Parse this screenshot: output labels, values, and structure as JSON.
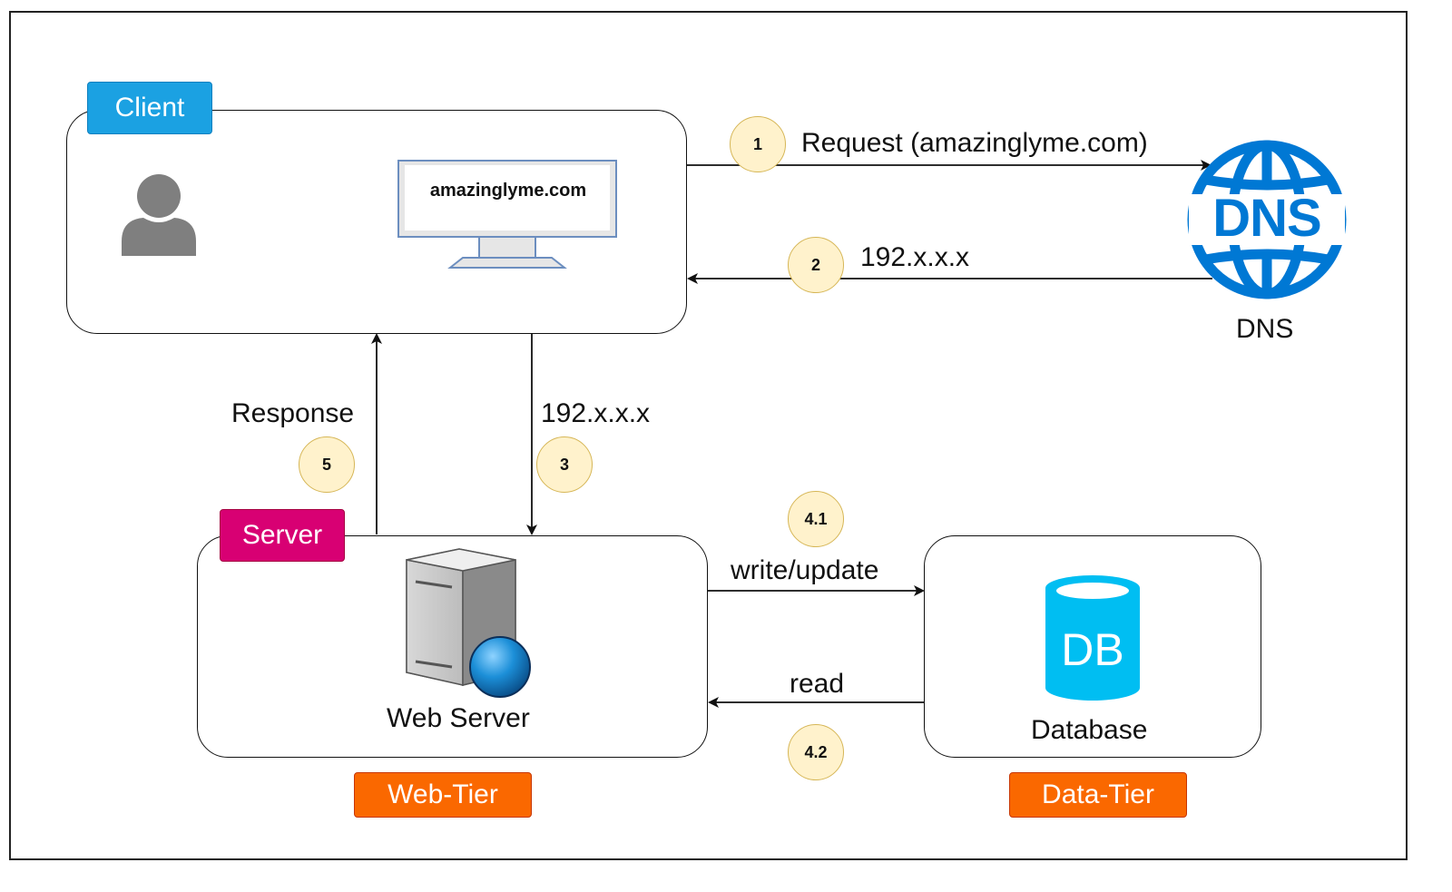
{
  "groups": {
    "client": "Client",
    "server": "Server",
    "web_tier": "Web-Tier",
    "data_tier": "Data-Tier"
  },
  "nodes": {
    "screen_text": "amazinglyme.com",
    "dns_badge": "DNS",
    "dns_label": "DNS",
    "web_server": "Web Server",
    "db_badge": "DB",
    "database": "Database"
  },
  "edges": {
    "request": "Request  (amazinglyme.com)",
    "dns_reply": "192.x.x.x",
    "to_server": "192.x.x.x",
    "response": "Response",
    "write": "write/update",
    "read": "read"
  },
  "steps": [
    "1",
    "2",
    "3",
    "5",
    "4.1",
    "4.2"
  ],
  "colors": {
    "client": "#1ba1e2",
    "server": "#d80073",
    "tier": "#fa6800",
    "dns": "#0078d4",
    "db": "#00bef2",
    "step_fill": "#fff2cc",
    "step_border": "#d6b656"
  }
}
